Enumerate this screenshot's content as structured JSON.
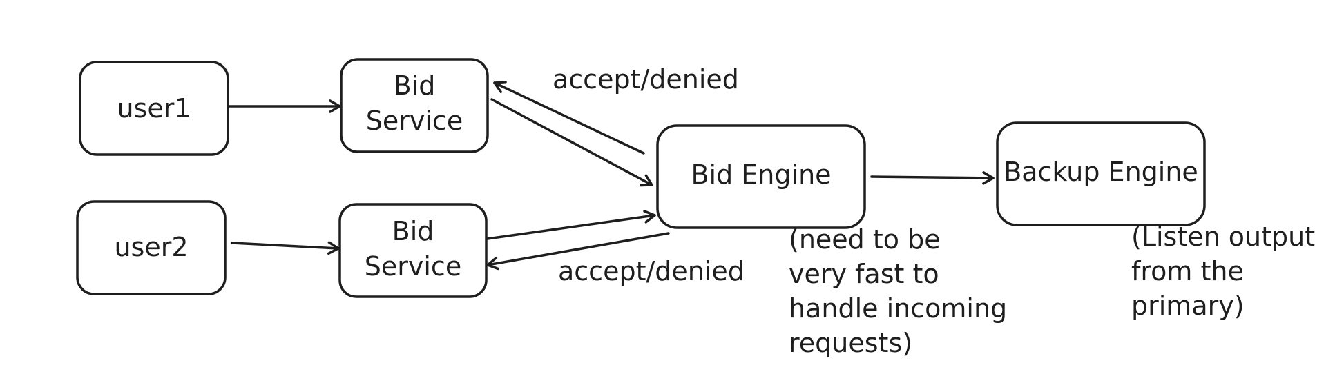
{
  "diagram": {
    "nodes": {
      "user1": {
        "lines": [
          "user1"
        ]
      },
      "user2": {
        "lines": [
          "user2"
        ]
      },
      "bid_service_1": {
        "lines": [
          "Bid",
          "Service"
        ]
      },
      "bid_service_2": {
        "lines": [
          "Bid",
          "Service"
        ]
      },
      "bid_engine": {
        "lines": [
          "Bid Engine"
        ]
      },
      "backup_engine": {
        "lines": [
          "Backup Engine"
        ]
      }
    },
    "edges": [
      {
        "from": "user1",
        "to": "bid_service_1",
        "label": ""
      },
      {
        "from": "user2",
        "to": "bid_service_2",
        "label": ""
      },
      {
        "from": "bid_service_1",
        "to": "bid_engine",
        "label": ""
      },
      {
        "from": "bid_engine",
        "to": "bid_service_1",
        "label": "accept/denied"
      },
      {
        "from": "bid_service_2",
        "to": "bid_engine",
        "label": ""
      },
      {
        "from": "bid_engine",
        "to": "bid_service_2",
        "label": "accept/denied"
      },
      {
        "from": "bid_engine",
        "to": "backup_engine",
        "label": ""
      }
    ],
    "notes": {
      "bid_engine": [
        "(need to be",
        "very fast to",
        "handle incoming",
        "requests)"
      ],
      "backup_engine": [
        "(Listen output",
        "from the",
        "primary)"
      ]
    },
    "stroke_color": "#1e1e1e",
    "background": "#ffffff"
  }
}
